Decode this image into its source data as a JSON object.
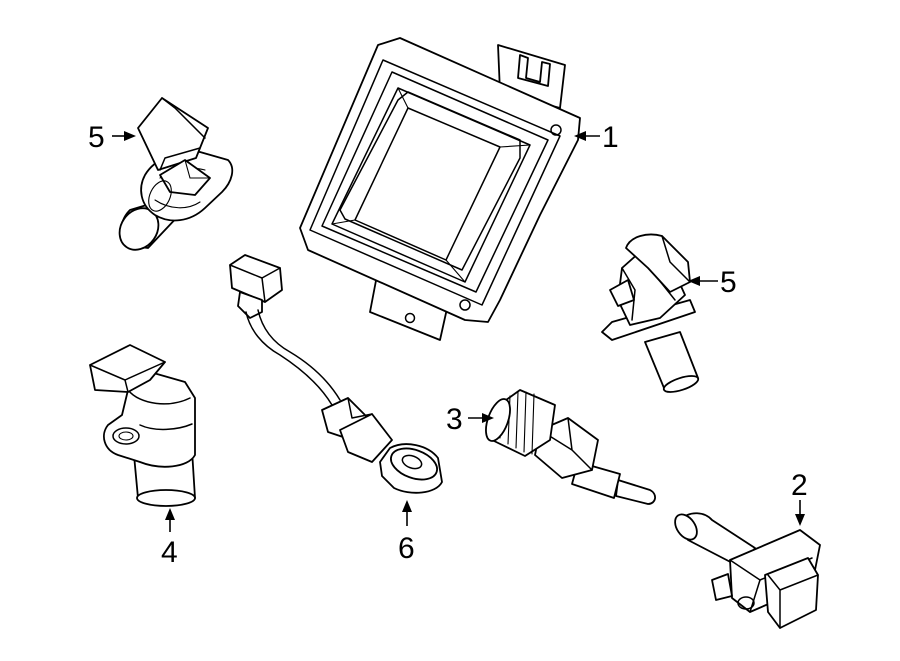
{
  "callouts": {
    "ecm": "1",
    "sensor_2": "2",
    "sensor_3": "3",
    "sensor_4": "4",
    "sensor_5_upper_left": "5",
    "sensor_5_right": "5",
    "knock_sensor": "6"
  }
}
